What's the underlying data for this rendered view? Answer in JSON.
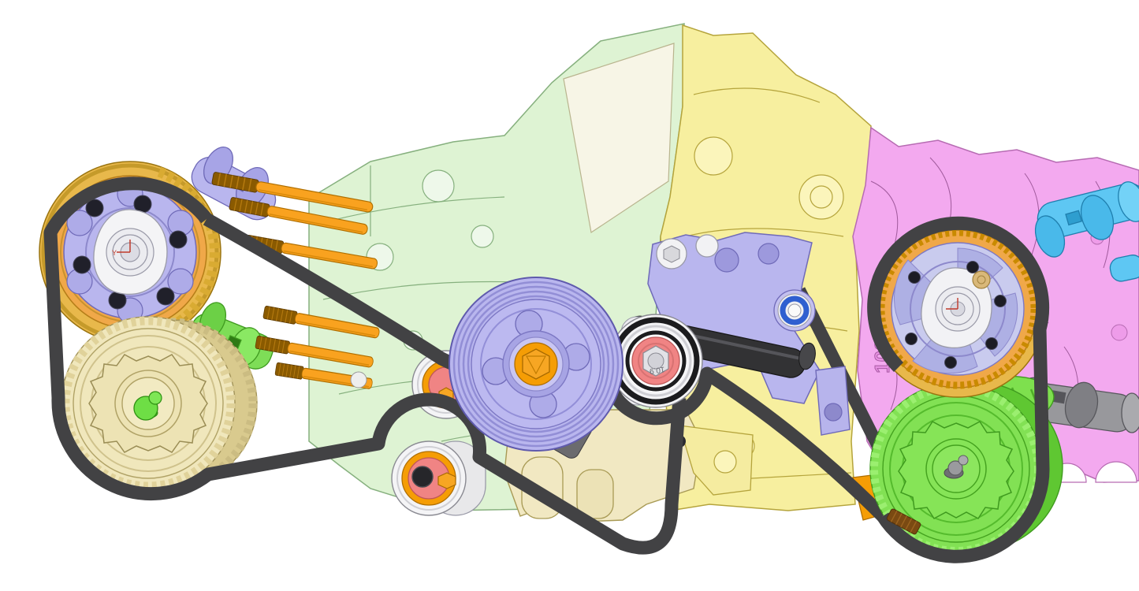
{
  "labels": {
    "tensioner_bolt_grade": "10.9",
    "head_casting_number": "100",
    "axis_label": "Y"
  },
  "colors": {
    "background": "#ffffff",
    "belt": "#424244",
    "belt_edge": "#2b2b2d",
    "block_green": "#def3d3",
    "block_green_line": "#86b07e",
    "block_yellow": "#f7ef9f",
    "block_yellow_line": "#b5a43c",
    "block_cream": "#f1e8c2",
    "block_cream_line": "#a89a55",
    "head_pink": "#f3a9ef",
    "head_pink_line": "#b66bb2",
    "lavender": "#b9b6ee",
    "lavender_dark": "#6f6ab8",
    "gold_flange": "#e8b84b",
    "sprocket_orange": "#f0a849",
    "sprocket_cream": "#f0e7bc",
    "crank_green": "#82e154",
    "green_dark": "#3f9a1f",
    "cam_cyan": "#5ec7f3",
    "cam_gray": "#98989c",
    "stud_orange": "#f9a21f",
    "thread_brown": "#8a5a00",
    "idler_red": "#f08484",
    "idler_orange": "#f59d05",
    "bearing_black": "#1c1c1e",
    "pivot_blue": "#2f5fd0",
    "white_part": "#f4f4f6",
    "key_green": "#6ede45",
    "axis_red": "#c0392b"
  },
  "components": [
    {
      "id": "left-intake-cam-sprocket",
      "label": "left intake cam sprocket"
    },
    {
      "id": "left-exhaust-cam-sprocket",
      "label": "left exhaust cam sprocket"
    },
    {
      "id": "water-pump-pulley",
      "label": "water pump pulley"
    },
    {
      "id": "upper-idler-pulley",
      "label": "upper idler pulley"
    },
    {
      "id": "lower-idler-pulley",
      "label": "lower idler pulley"
    },
    {
      "id": "tensioner-pulley",
      "label": "tensioner pulley"
    },
    {
      "id": "tensioner-rod",
      "label": "tensioner rod"
    },
    {
      "id": "mount-bracket",
      "label": "mount bracket"
    },
    {
      "id": "pivot-bushing",
      "label": "pivot bushing"
    },
    {
      "id": "right-cam-phaser-gear",
      "label": "right cam phaser gear"
    },
    {
      "id": "crankshaft-sprocket",
      "label": "crankshaft sprocket"
    },
    {
      "id": "oil-pump-helical-gear",
      "label": "oil pump helical gear"
    },
    {
      "id": "right-cylinder-head",
      "label": "right cylinder head"
    },
    {
      "id": "left-engine-block",
      "label": "left engine block half"
    },
    {
      "id": "right-engine-block",
      "label": "right engine block half"
    },
    {
      "id": "timing-belt",
      "label": "timing belt"
    },
    {
      "id": "head-studs",
      "label": "head studs"
    },
    {
      "id": "camshafts",
      "label": "camshafts"
    }
  ]
}
